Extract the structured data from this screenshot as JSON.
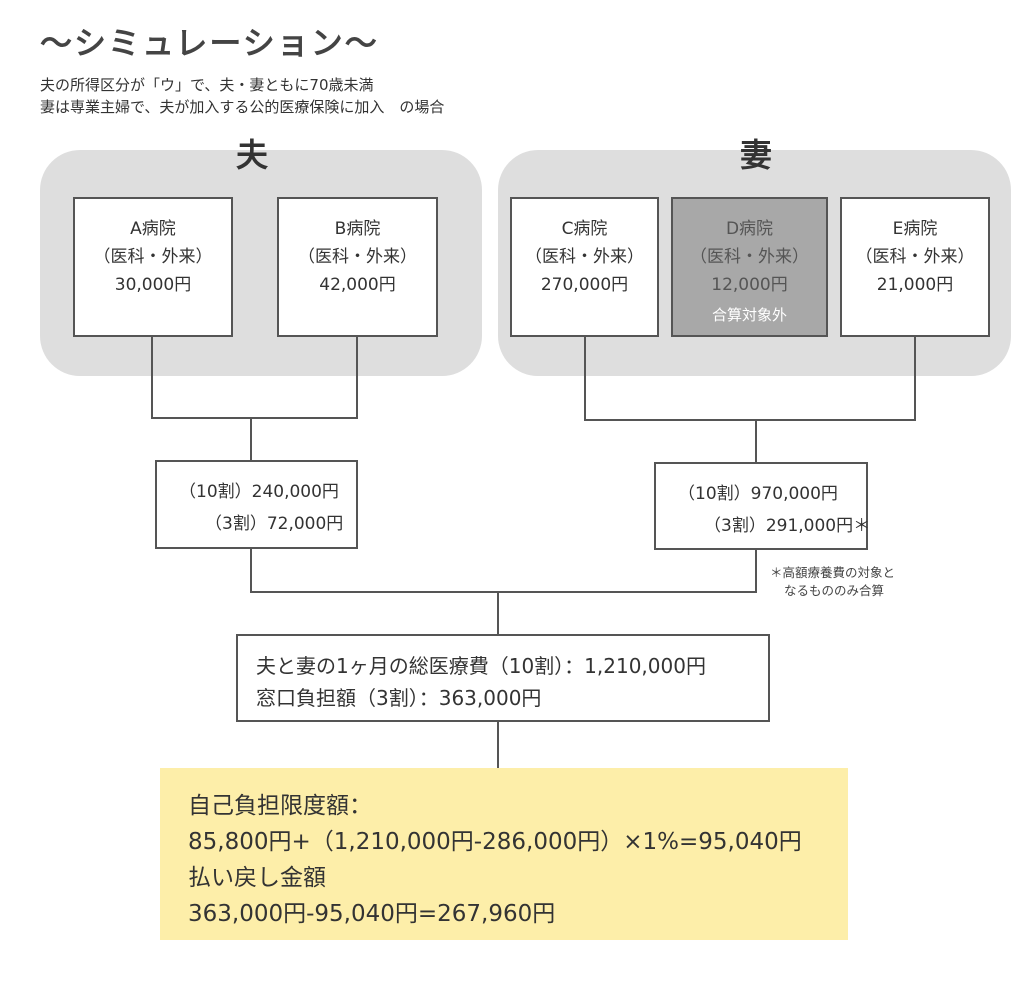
{
  "title": "〜シミュレーション〜",
  "subtitle": {
    "line1": "夫の所得区分が「ウ」で、夫・妻ともに70歳未満",
    "line2": "妻は専業主婦で、夫が加入する公的医療保険に加入　の場合"
  },
  "husband": {
    "label": "夫",
    "hospitals": [
      {
        "name": "A病院",
        "type": "（医科・外来）",
        "amount": "30,000円"
      },
      {
        "name": "B病院",
        "type": "（医科・外来）",
        "amount": "42,000円"
      }
    ],
    "summary": {
      "full": "（10割）240,000円",
      "copay": "（3割）72,000円"
    }
  },
  "wife": {
    "label": "妻",
    "hospitals": [
      {
        "name": "C病院",
        "type": "（医科・外来）",
        "amount": "270,000円"
      },
      {
        "name": "D病院",
        "type": "（医科・外来）",
        "amount": "12,000円",
        "note": "合算対象外"
      },
      {
        "name": "E病院",
        "type": "（医科・外来）",
        "amount": "21,000円"
      }
    ],
    "summary": {
      "full": "（10割）970,000円",
      "copay": "（3割）291,000円＊"
    }
  },
  "footnote": {
    "line1": "＊高額療養費の対象と",
    "line2": "なるもののみ合算"
  },
  "total": {
    "line1": "夫と妻の1ヶ月の総医療費（10割）：1,210,000円",
    "line2": "窓口負担額（3割）：363,000円"
  },
  "result": {
    "line1": "自己負担限度額：",
    "line2": "85,800円+（1,210,000円-286,000円）×1%=95,040円",
    "line3": "払い戻し金額",
    "line4": "363,000円-95,040円=267,960円"
  },
  "colors": {
    "group_bg": "#dedede",
    "excluded_bg": "#a8a8a8",
    "result_bg": "#fdeea9",
    "line": "#555555"
  }
}
